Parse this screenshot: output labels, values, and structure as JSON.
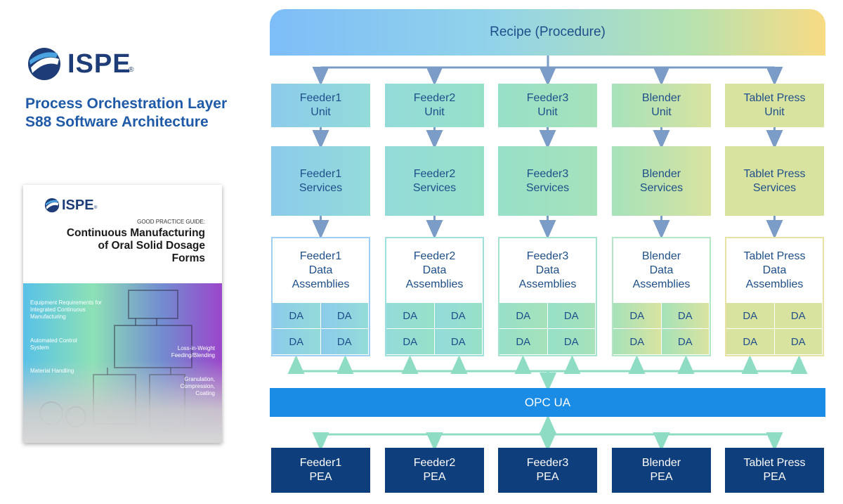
{
  "logo": {
    "text": "ISPE",
    "reg": "®"
  },
  "title": {
    "line1": "Process Orchestration Layer",
    "line2": "S88 Software Architecture"
  },
  "book": {
    "logo": "ISPE",
    "reg": "®",
    "guide": "GOOD PRACTICE GUIDE:",
    "heading": [
      "Continuous Manufacturing",
      "of Oral Solid Dosage",
      "Forms"
    ],
    "labels": {
      "equipment": [
        "Equipment Requirements for",
        "Integrated Continuous",
        "Manufacturing"
      ],
      "control": [
        "Automated Control",
        "System"
      ],
      "material": "Material Handling",
      "loss": [
        "Loss-in-Weight",
        "Feeding/Blending"
      ],
      "granulation": [
        "Granulation,",
        "Compression,",
        "Coating"
      ]
    }
  },
  "diagram": {
    "recipe": "Recipe (Procedure)",
    "opc": "OPC UA",
    "columns": [
      {
        "unit": [
          "Feeder1",
          "Unit"
        ],
        "services": [
          "Feeder1",
          "Services"
        ],
        "da_title": [
          "Feeder1",
          "Data",
          "Assemblies"
        ],
        "da": [
          "DA",
          "DA",
          "DA",
          "DA"
        ],
        "pea": [
          "Feeder1",
          "PEA"
        ],
        "color": "#8ccbeb",
        "border": "#9fd0f4"
      },
      {
        "unit": [
          "Feeder2",
          "Unit"
        ],
        "services": [
          "Feeder2",
          "Services"
        ],
        "da_title": [
          "Feeder2",
          "Data",
          "Assemblies"
        ],
        "da": [
          "DA",
          "DA",
          "DA",
          "DA"
        ],
        "pea": [
          "Feeder2",
          "PEA"
        ],
        "color": "#93dbd9",
        "border": "#9ee0e0"
      },
      {
        "unit": [
          "Feeder3",
          "Unit"
        ],
        "services": [
          "Feeder3",
          "Services"
        ],
        "da_title": [
          "Feeder3",
          "Data",
          "Assemblies"
        ],
        "da": [
          "DA",
          "DA",
          "DA",
          "DA"
        ],
        "pea": [
          "Feeder3",
          "PEA"
        ],
        "color": "#97e0c8",
        "border": "#a5e4cf"
      },
      {
        "unit": [
          "Blender",
          "Unit"
        ],
        "services": [
          "Blender",
          "Services"
        ],
        "da_title": [
          "Blender",
          "Data",
          "Assemblies"
        ],
        "da": [
          "DA",
          "DA",
          "DA",
          "DA"
        ],
        "pea": [
          "Blender",
          "PEA"
        ],
        "color": "#a6e2ba",
        "border": "#b2e7c6"
      },
      {
        "unit": [
          "Tablet Press",
          "Unit"
        ],
        "services": [
          "Tablet Press",
          "Services"
        ],
        "da_title": [
          "Tablet Press",
          "Data",
          "Assemblies"
        ],
        "da": [
          "DA",
          "DA",
          "DA",
          "DA"
        ],
        "pea": [
          "Tablet Press",
          "PEA"
        ],
        "color": "#d9e3a0",
        "border": "#e8e3a3"
      }
    ],
    "colors": {
      "arrow_blue": "#7a9cc6",
      "arrow_green": "#8fdcc4",
      "opc": "#1a8ce6",
      "pea": "#0f3e7d",
      "text": "#1f4f8a"
    }
  }
}
